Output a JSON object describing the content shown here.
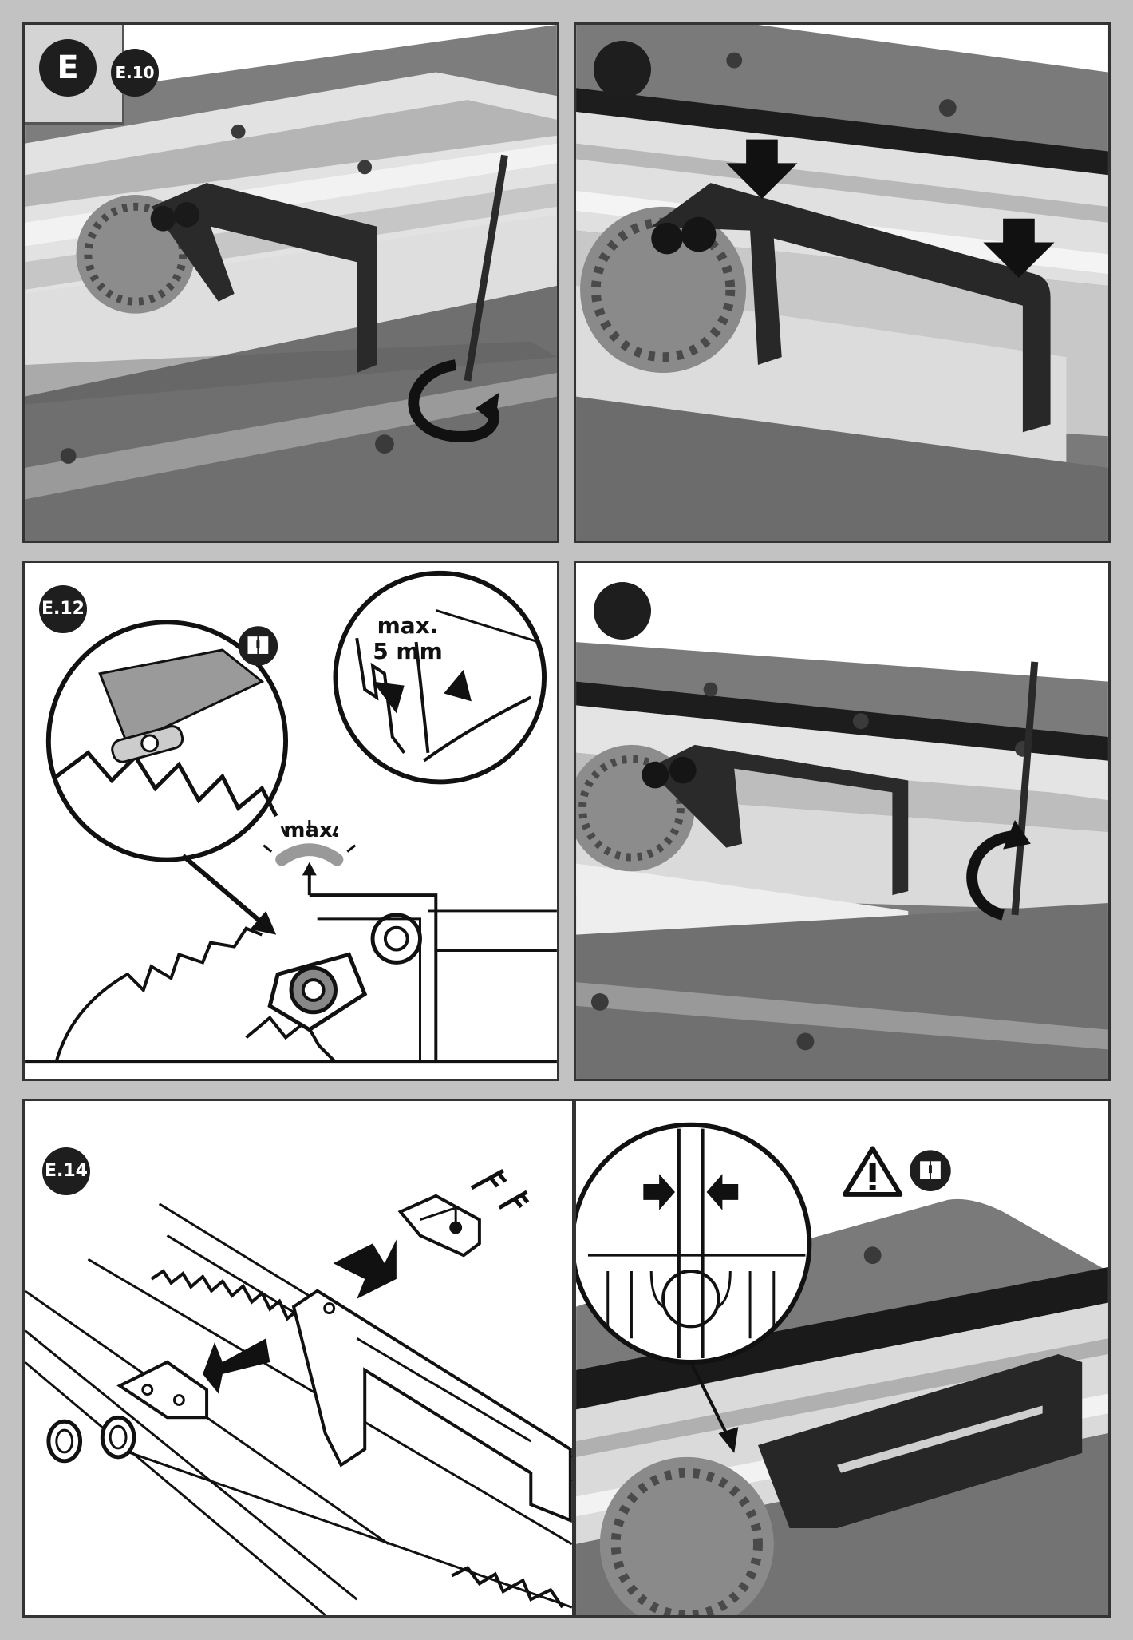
{
  "section": {
    "letter": "E"
  },
  "panels": [
    {
      "step": "E.10"
    },
    {
      "step": ""
    },
    {
      "step": "E.12",
      "labels": {
        "max_gap": "max.",
        "gap_value": "5 mm",
        "max_height": "max."
      }
    },
    {
      "step": ""
    },
    {
      "step": "E.14"
    },
    {
      "step": ""
    }
  ],
  "icons": [
    "read-manual-icon",
    "warning-triangle-icon",
    "rotate-arrow-icon",
    "down-arrow-icon",
    "push-arrow-icon"
  ],
  "colors": {
    "frame": "#c2c2c2",
    "border": "#333333",
    "badge": "#1e1e1e",
    "photo_table": "#7a7a7a",
    "photo_rail": "#d6d6d6",
    "guard": "#2a2a2a"
  }
}
